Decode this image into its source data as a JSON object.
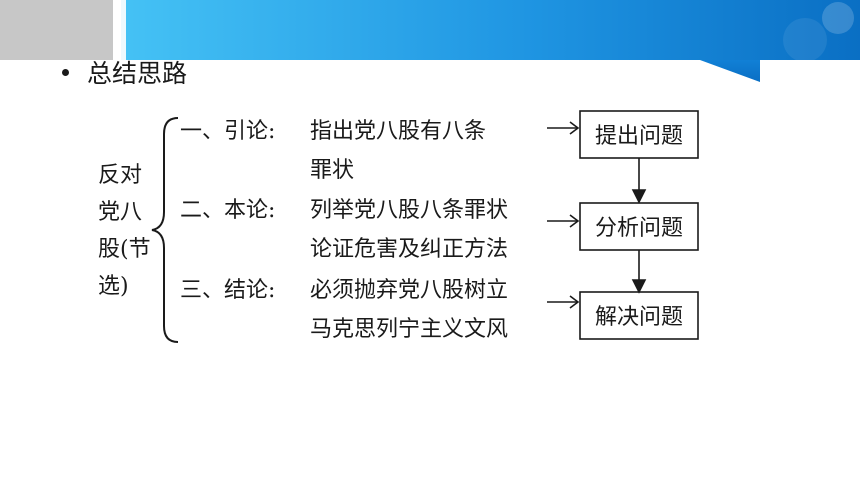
{
  "slide": {
    "bullet_text": "总结思路"
  },
  "diagram": {
    "root": [
      "反对",
      "党八",
      "股(节",
      "选)"
    ],
    "sections": [
      {
        "label": "一、引论:",
        "lines": [
          "指出党八股有八条",
          "罪状"
        ]
      },
      {
        "label": "二、本论:",
        "lines": [
          "列举党八股八条罪状",
          "论证危害及纠正方法"
        ]
      },
      {
        "label": "三、结论:",
        "lines": [
          "必须抛弃党八股树立",
          "马克思列宁主义文风"
        ]
      }
    ],
    "boxes": [
      "提出问题",
      "分析问题",
      "解决问题"
    ]
  },
  "colors": {
    "banner_light": "#38b6f0",
    "banner_dark": "#0a6fc4",
    "gray_block": "#c7c7c7",
    "text": "#1a1a1a"
  }
}
